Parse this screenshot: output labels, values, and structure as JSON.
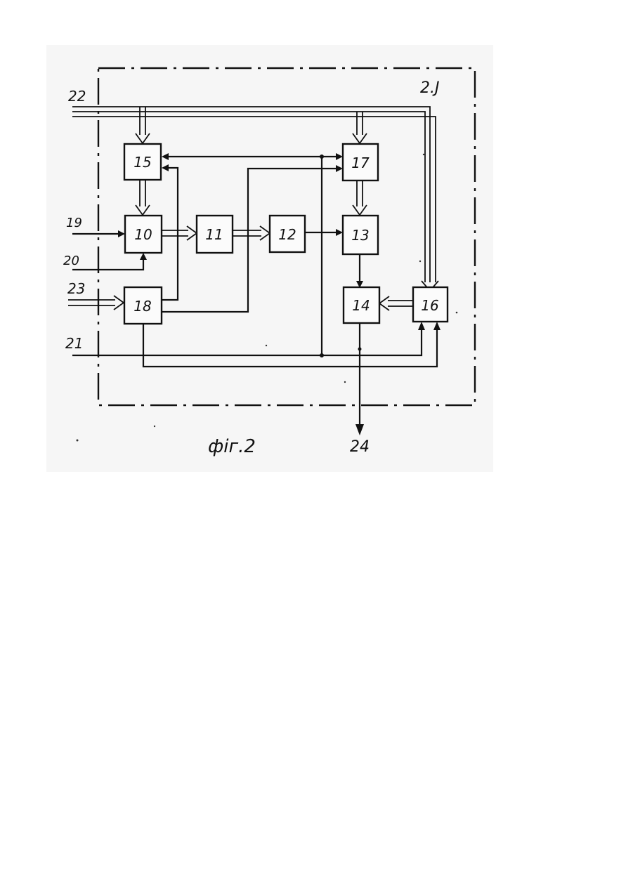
{
  "diagram": {
    "frame_label": "2.J",
    "caption": "фiг.2",
    "blocks": {
      "b10": "10",
      "b11": "11",
      "b12": "12",
      "b13": "13",
      "b14": "14",
      "b15": "15",
      "b16": "16",
      "b17": "17",
      "b18": "18"
    },
    "terminals": {
      "t19": "19",
      "t20": "20",
      "t21": "21",
      "t22": "22",
      "t23": "23",
      "t24": "24"
    }
  }
}
